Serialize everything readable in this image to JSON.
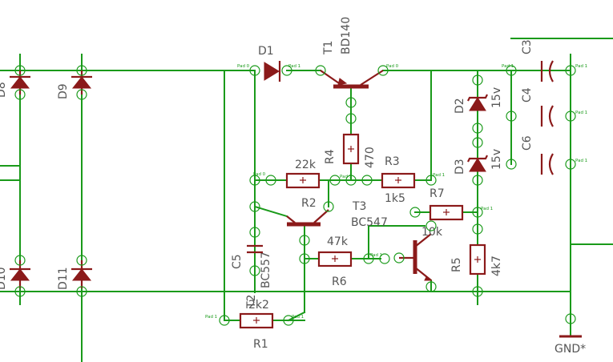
{
  "labels": {
    "D8": "D8",
    "D9": "D9",
    "D10": "D10",
    "D11": "D11",
    "D1": "D1",
    "T1": "T1",
    "T1_part": "BD140",
    "R4": "R4",
    "R4_val": "470",
    "R3": "R3",
    "R3_val": "1k5",
    "R2": "R2",
    "R2_val": "22k",
    "T3": "T3",
    "T3_part": "BC547",
    "T2": "T2",
    "T2_part": "BC557",
    "R6": "R6",
    "R6_val": "47k",
    "R7": "R7",
    "R7_val": "10k",
    "R5": "R5",
    "R5_val": "4k7",
    "R1": "R1",
    "R1_val": "2k2",
    "C5": "C5",
    "D2": "D2",
    "D2_val": "15v",
    "D3": "D3",
    "D3_val": "15v",
    "C3": "C3",
    "C4": "C4",
    "C6": "C6",
    "GND": "GND*"
  },
  "pad_labels": {
    "pad0": "Pad 0",
    "pad1": "Pad 1"
  }
}
